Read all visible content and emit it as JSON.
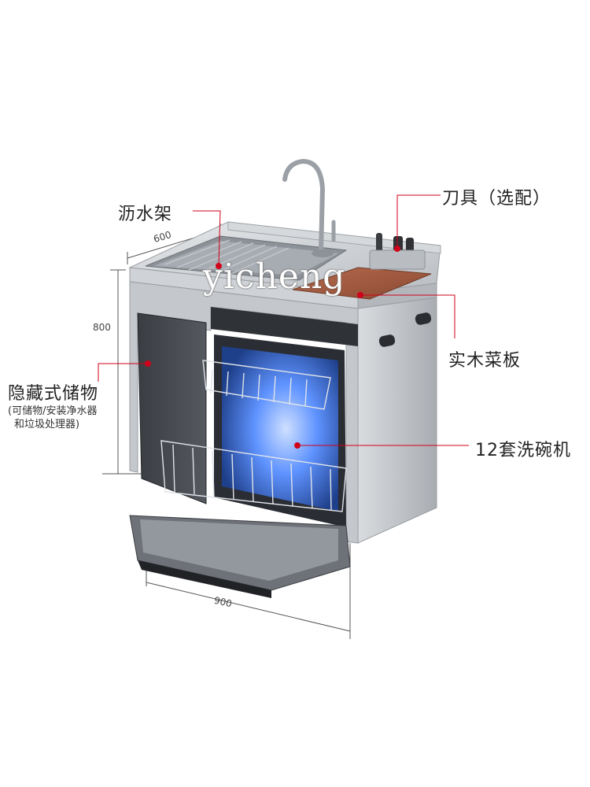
{
  "labels": {
    "drain_rack": "沥水架",
    "knife": "刀具（选配）",
    "cutting_board": "实木菜板",
    "storage_title": "隐藏式储物",
    "storage_note_1": "(可储物/安装净水器",
    "storage_note_2": "和垃圾处理器)",
    "dishwasher": "12套洗碗机"
  },
  "dimensions": {
    "depth": "600",
    "height": "800",
    "width": "900"
  },
  "watermark": "yicheng",
  "colors": {
    "marker": "#d0021b",
    "steel": "#c9ccd0",
    "board": "#a0583f",
    "glow": "#3c7dff"
  }
}
